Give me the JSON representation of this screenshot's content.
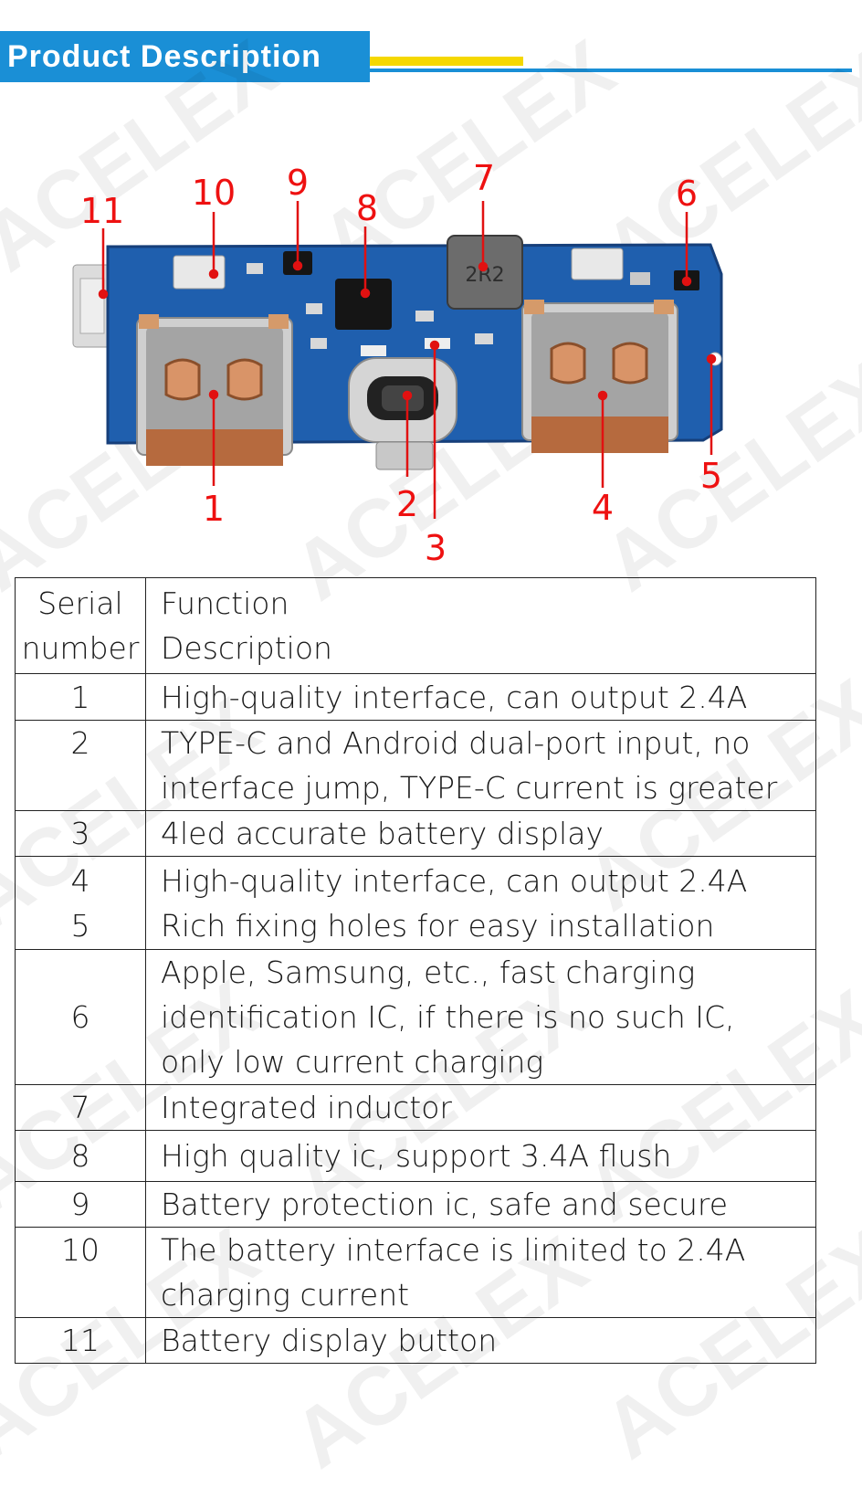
{
  "header": {
    "title": "Product Description"
  },
  "watermark": "ACELEX",
  "colors": {
    "accent_blue": "#1a8fd6",
    "accent_yellow": "#f5d800",
    "callout_red": "#e11111",
    "pcb_blue": "#1f5fae"
  },
  "callouts": [
    "1",
    "2",
    "3",
    "4",
    "5",
    "6",
    "7",
    "8",
    "9",
    "10",
    "11"
  ],
  "board": {
    "inductor_label": "2R2"
  },
  "table": {
    "header": {
      "serial": [
        "Serial",
        "number"
      ],
      "function": [
        "Function",
        "Description"
      ]
    },
    "rows": [
      {
        "serial": [
          "1"
        ],
        "desc": [
          "High-quality interface, can output 2.4A"
        ]
      },
      {
        "serial": [
          "2"
        ],
        "desc": [
          "TYPE-C and Android dual-port input, no",
          "interface jump, TYPE-C current is greater"
        ]
      },
      {
        "serial": [
          "3"
        ],
        "desc": [
          "4led accurate battery display"
        ]
      },
      {
        "serial": [
          "4",
          "5"
        ],
        "desc": [
          "High-quality interface, can output 2.4A",
          "Rich fixing holes for easy installation"
        ]
      },
      {
        "serial": [
          "6"
        ],
        "desc": [
          "Apple, Samsung, etc., fast charging",
          "identification IC, if there is no such IC,",
          "only low current charging"
        ]
      },
      {
        "serial": [
          "7"
        ],
        "desc": [
          "Integrated inductor"
        ]
      },
      {
        "serial": [
          "8"
        ],
        "desc": [
          "High quality ic, support 3.4A flush"
        ]
      },
      {
        "serial": [
          "9"
        ],
        "desc": [
          "Battery protection ic, safe and secure"
        ]
      },
      {
        "serial": [
          "10"
        ],
        "desc": [
          "The battery interface is limited to 2.4A",
          "charging current"
        ]
      },
      {
        "serial": [
          "11"
        ],
        "desc": [
          "Battery display button"
        ]
      }
    ]
  }
}
